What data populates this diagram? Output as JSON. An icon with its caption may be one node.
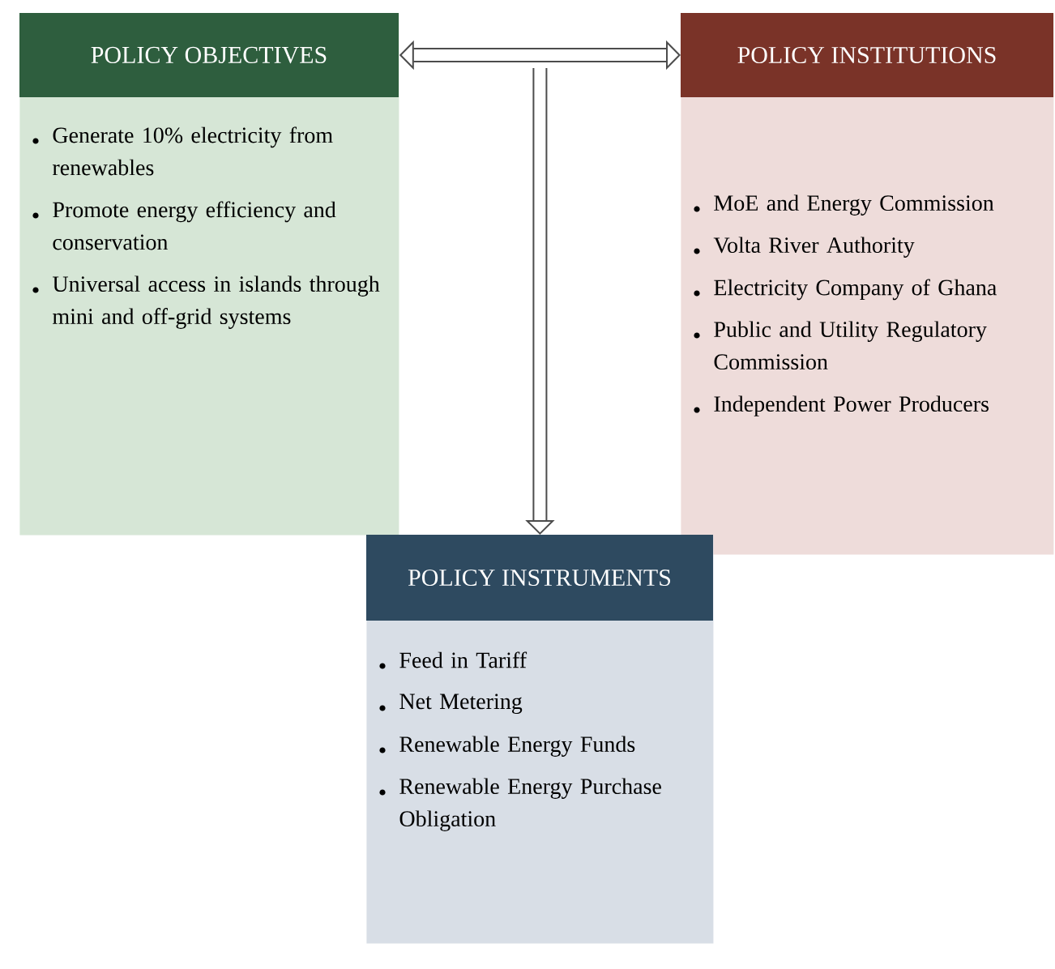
{
  "diagram": {
    "nodes": [
      {
        "text": [
          "POLICY OBJECTIVES",
          "Generate 10% electricity from renewables",
          "Promote energy efficiency and conservation",
          "Universal access in islands through mini and off-grid systems"
        ]
      },
      {
        "text": [
          "POLICY INSTITUTIONS",
          "MoE and Energy Commission",
          "Volta River Authority",
          "Electricity Company of Ghana",
          "Public and Utility Regulatory Commission",
          "Independent Power Producers"
        ]
      },
      {
        "text": [
          "POLICY INSTRUMENTS",
          "Feed in Tariff",
          "Net Metering",
          "Renewable Energy Funds",
          "Renewable Energy Purchase Obligation"
        ]
      }
    ],
    "edges": [
      {
        "from": 0,
        "to": 1,
        "arrow": "both"
      },
      {
        "from": null,
        "to": 2,
        "arrow": "to"
      }
    ]
  }
}
